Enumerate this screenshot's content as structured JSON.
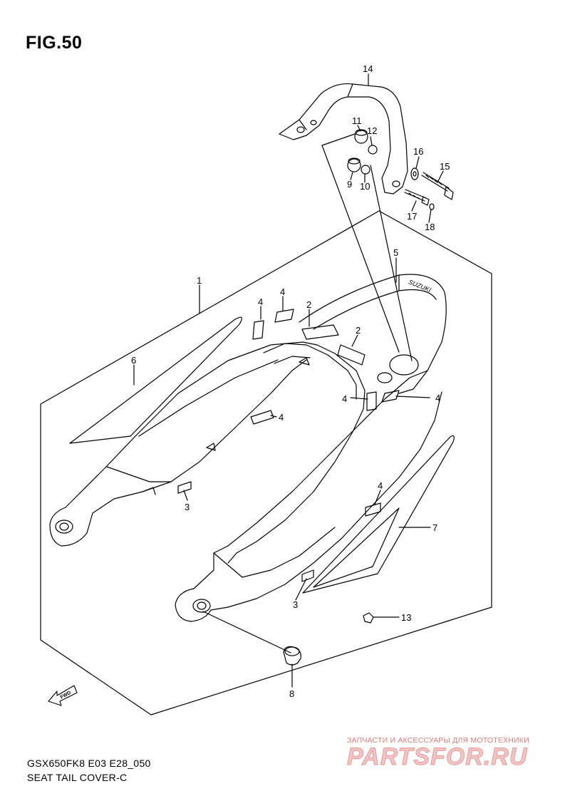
{
  "figure": {
    "title": "FIG.50",
    "model_code": "GSX650FK8 E03 E28_050",
    "section_name": "SEAT TAIL COVER-C"
  },
  "callouts": {
    "c1": "1",
    "c2a": "2",
    "c2b": "2",
    "c3a": "3",
    "c3b": "3",
    "c4a": "4",
    "c4b": "4",
    "c4c": "4",
    "c4d": "4",
    "c4e": "4",
    "c4f": "4",
    "c5": "5",
    "c6": "6",
    "c7": "7",
    "c8": "8",
    "c9": "9",
    "c10": "10",
    "c11": "11",
    "c12": "12",
    "c13": "13",
    "c14": "14",
    "c15": "15",
    "c16": "16",
    "c17": "17",
    "c18": "18"
  },
  "fwd_arrow_label": "FWD",
  "brand_decal": "SUZUKI",
  "watermark": {
    "tagline": "ЗАПЧАСТИ И АКСЕССУАРЫ ДЛЯ МОТОТЕХНИКИ",
    "logo": "PARTSFOR.RU"
  }
}
